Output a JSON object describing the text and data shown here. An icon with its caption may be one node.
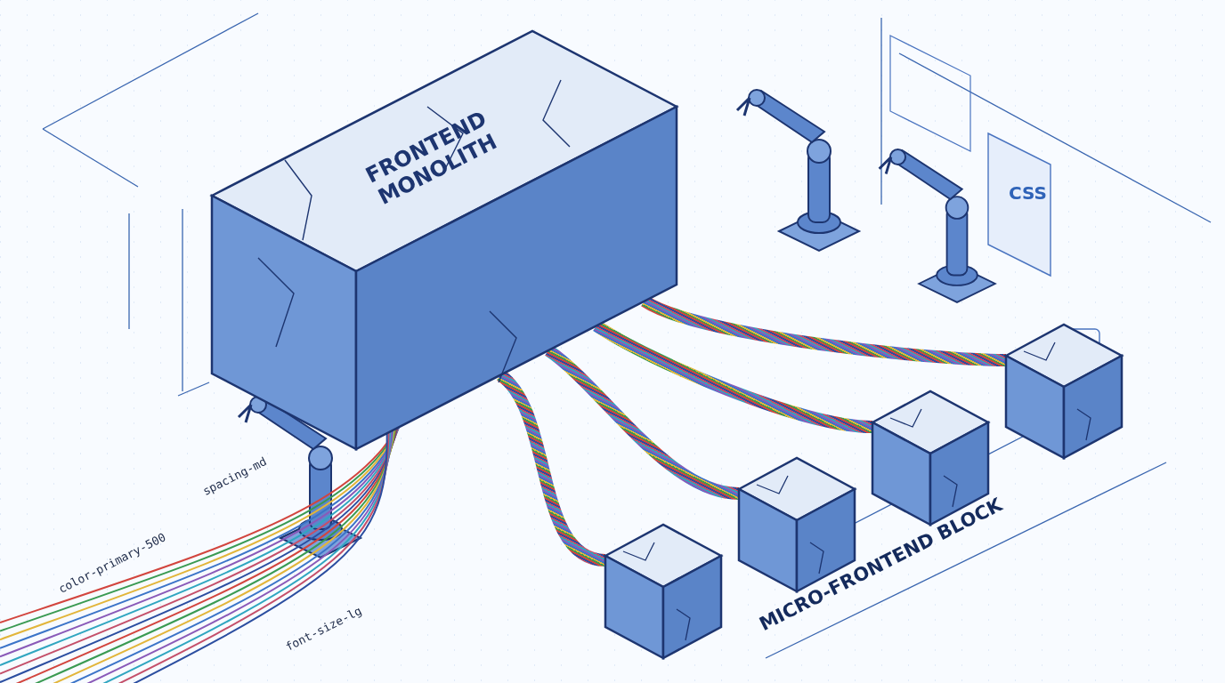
{
  "diagram": {
    "nodes": [
      {
        "text": [
          "FRONTEND MONOLITH"
        ]
      },
      {
        "text": [],
        "shape": "cube"
      },
      {
        "text": [],
        "shape": "cube"
      },
      {
        "text": [],
        "shape": "cube"
      },
      {
        "text": [],
        "shape": "cube"
      }
    ],
    "edges": [
      {
        "from": 0,
        "to": 1,
        "arrow": "none"
      },
      {
        "from": 0,
        "to": 2,
        "arrow": "none"
      },
      {
        "from": 0,
        "to": 3,
        "arrow": "none"
      },
      {
        "from": 0,
        "to": 4,
        "arrow": "none"
      }
    ],
    "labels": [
      "CSS",
      "spacing-md",
      "color-primary-500",
      "font-size-lg",
      "MICRO-FRONTEND BLOCK"
    ]
  }
}
